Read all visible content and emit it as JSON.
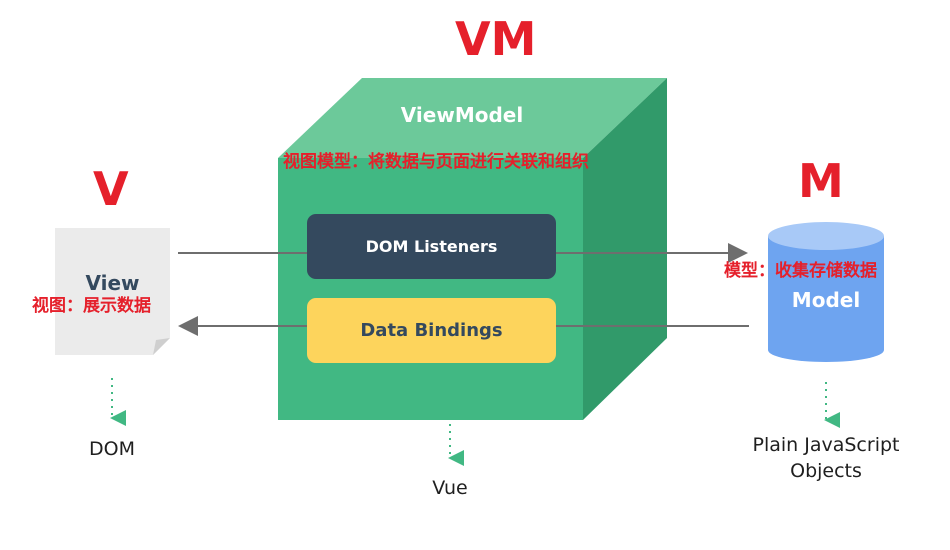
{
  "heading_vm": "VM",
  "heading_v": "V",
  "heading_m": "M",
  "viewmodel": {
    "title": "ViewModel",
    "annotation": "视图模型：将数据与页面进行关联和组织",
    "dom_listeners": "DOM Listeners",
    "data_bindings": "Data Bindings",
    "caption": "Vue"
  },
  "view": {
    "title": "View",
    "annotation": "视图：展示数据",
    "caption": "DOM"
  },
  "model": {
    "title": "Model",
    "annotation": "模型：收集存储数据",
    "caption_line1": "Plain JavaScript",
    "caption_line2": "Objects"
  },
  "colors": {
    "cube_front": "#41b883",
    "cube_top": "#6cc99a",
    "cube_side": "#319a6a",
    "listeners_bg": "#34495e",
    "bindings_bg": "#fdd45c",
    "model_blue": "#6ea4f0",
    "accent_red": "#e5202b"
  }
}
